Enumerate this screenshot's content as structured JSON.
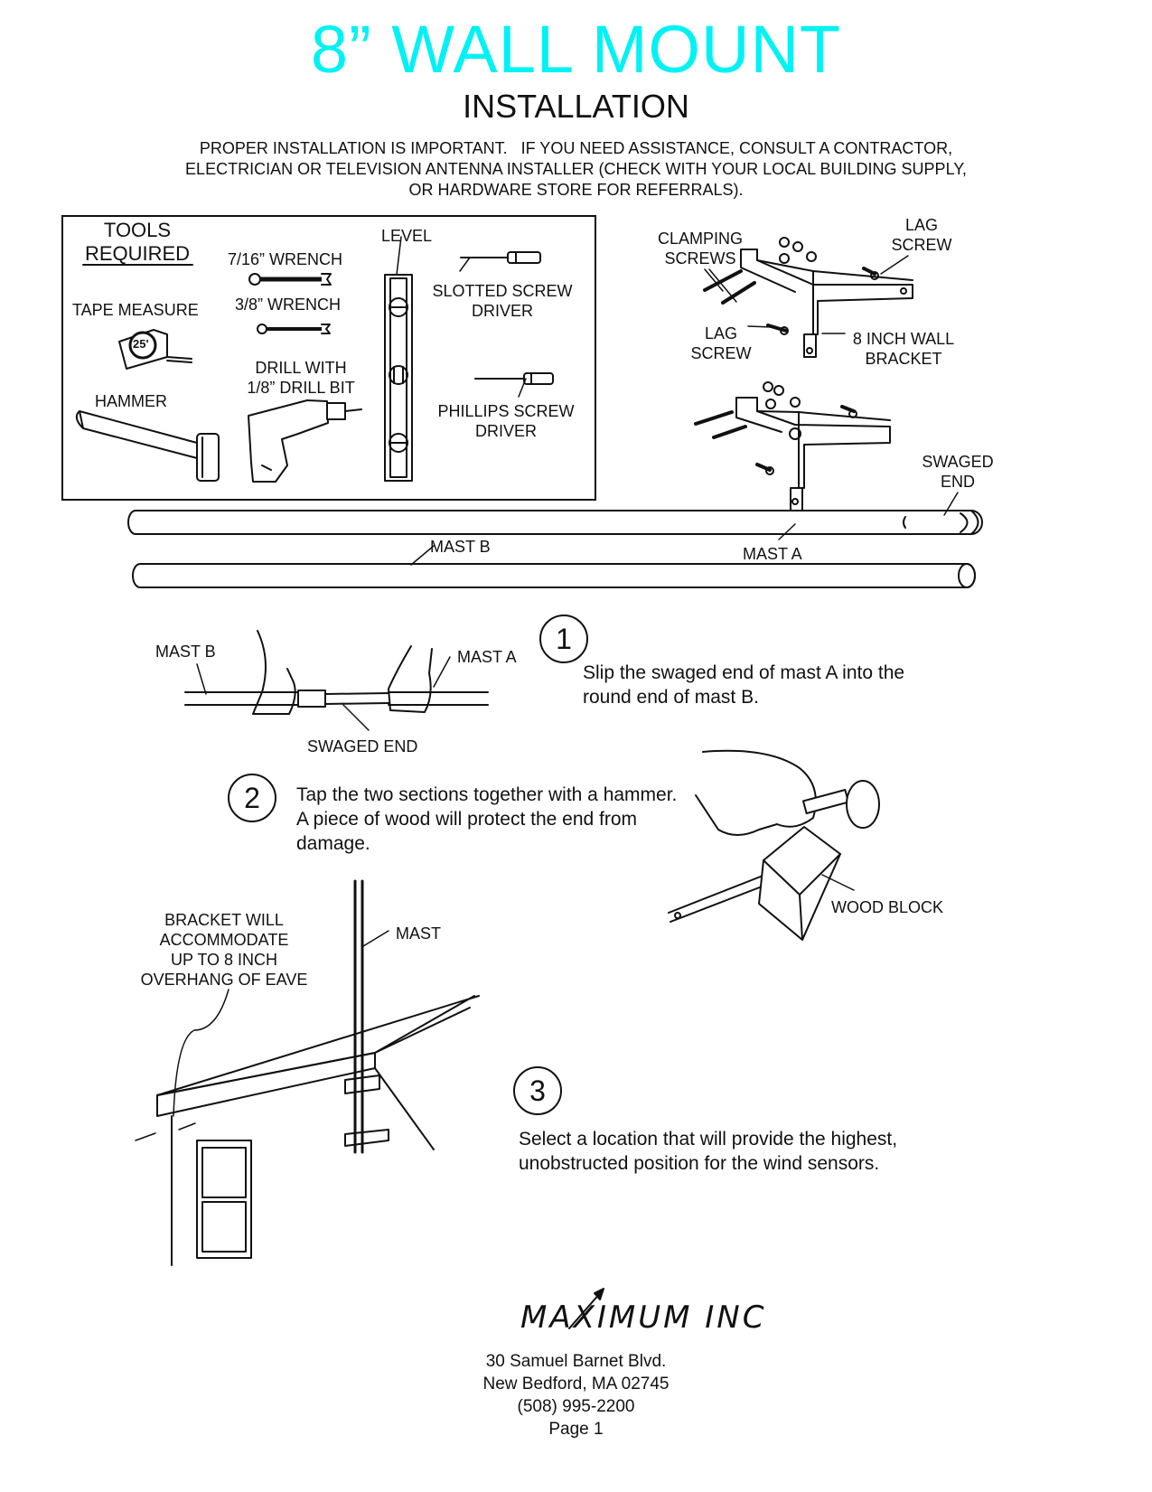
{
  "header": {
    "title": "8” WALL MOUNT",
    "subtitle": "INSTALLATION",
    "notice_lines": [
      "PROPER INSTALLATION IS IMPORTANT.   IF YOU NEED ASSISTANCE, CONSULT A CONTRACTOR,",
      "ELECTRICIAN OR TELEVISION ANTENNA INSTALLER (CHECK WITH YOUR LOCAL BUILDING SUPPLY,",
      "OR HARDWARE STORE FOR REFERRALS)."
    ]
  },
  "tools": {
    "heading_1": "TOOLS",
    "heading_2": "REQUIRED",
    "tape_measure": "TAPE MEASURE",
    "tape_badge": "25'",
    "hammer": "HAMMER",
    "wrench_716": "7/16” WRENCH",
    "wrench_38": "3/8” WRENCH",
    "drill_1": "DRILL WITH",
    "drill_2": "1/8” DRILL BIT",
    "level": "LEVEL",
    "slotted_1": "SLOTTED SCREW",
    "slotted_2": "DRIVER",
    "phillips_1": "PHILLIPS SCREW",
    "phillips_2": "DRIVER"
  },
  "parts": {
    "clamping_1": "CLAMPING",
    "clamping_2": "SCREWS",
    "lag_top_1": "LAG",
    "lag_top_2": "SCREW",
    "lag_mid_1": "LAG",
    "lag_mid_2": "SCREW",
    "bracket_1": "8 INCH WALL",
    "bracket_2": "BRACKET",
    "swaged_1": "SWAGED",
    "swaged_2": "END",
    "mast_b": "MAST B",
    "mast_a": "MAST A"
  },
  "steps": {
    "step1": {
      "number": "1",
      "line_1": "Slip the swaged end of mast A into the",
      "line_2": "round end of mast B.",
      "mast_b": "MAST B",
      "mast_a": "MAST A",
      "swaged_end": "SWAGED END"
    },
    "step2": {
      "number": "2",
      "line_1": "Tap the two sections together with a hammer.",
      "line_2": "A piece of wood will protect the end from",
      "line_3": "damage.",
      "wood_block": "WOOD BLOCK"
    },
    "step3": {
      "number": "3",
      "line_1": "Select a location that will provide the highest,",
      "line_2": "unobstructed position for the wind sensors.",
      "bracket_note_1": "BRACKET WILL",
      "bracket_note_2": "ACCOMMODATE",
      "bracket_note_3": "UP TO 8 INCH",
      "bracket_note_4": "OVERHANG OF EAVE",
      "mast": "MAST"
    }
  },
  "footer": {
    "logo": "MAXIMUM INC",
    "address_1": "30 Samuel Barnet Blvd.",
    "address_2": "New Bedford, MA 02745",
    "phone": "(508) 995-2200",
    "page": "Page 1"
  }
}
